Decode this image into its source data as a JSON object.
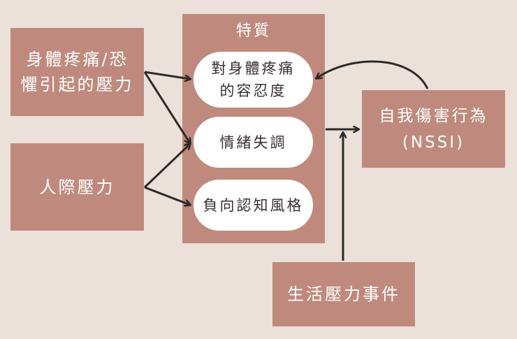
{
  "boxes": {
    "physical_pain": {
      "line1": "身體疼痛/恐",
      "line2": "懼引起的壓力"
    },
    "interpersonal": "人際壓力",
    "traits_title": "特質",
    "nssi": {
      "line1": "自我傷害行為",
      "line2": "(NSSI)"
    },
    "life_events": "生活壓力事件"
  },
  "traits": {
    "pain_tolerance": {
      "line1": "對身體疼痛",
      "line2": "的容忍度"
    },
    "emotion_dysregulation": "情緒失調",
    "negative_cognitive_style": "負向認知風格"
  },
  "colors": {
    "background": "#ebe0da",
    "box": "#bf8a7d",
    "arrow": "#2d2a2a"
  }
}
